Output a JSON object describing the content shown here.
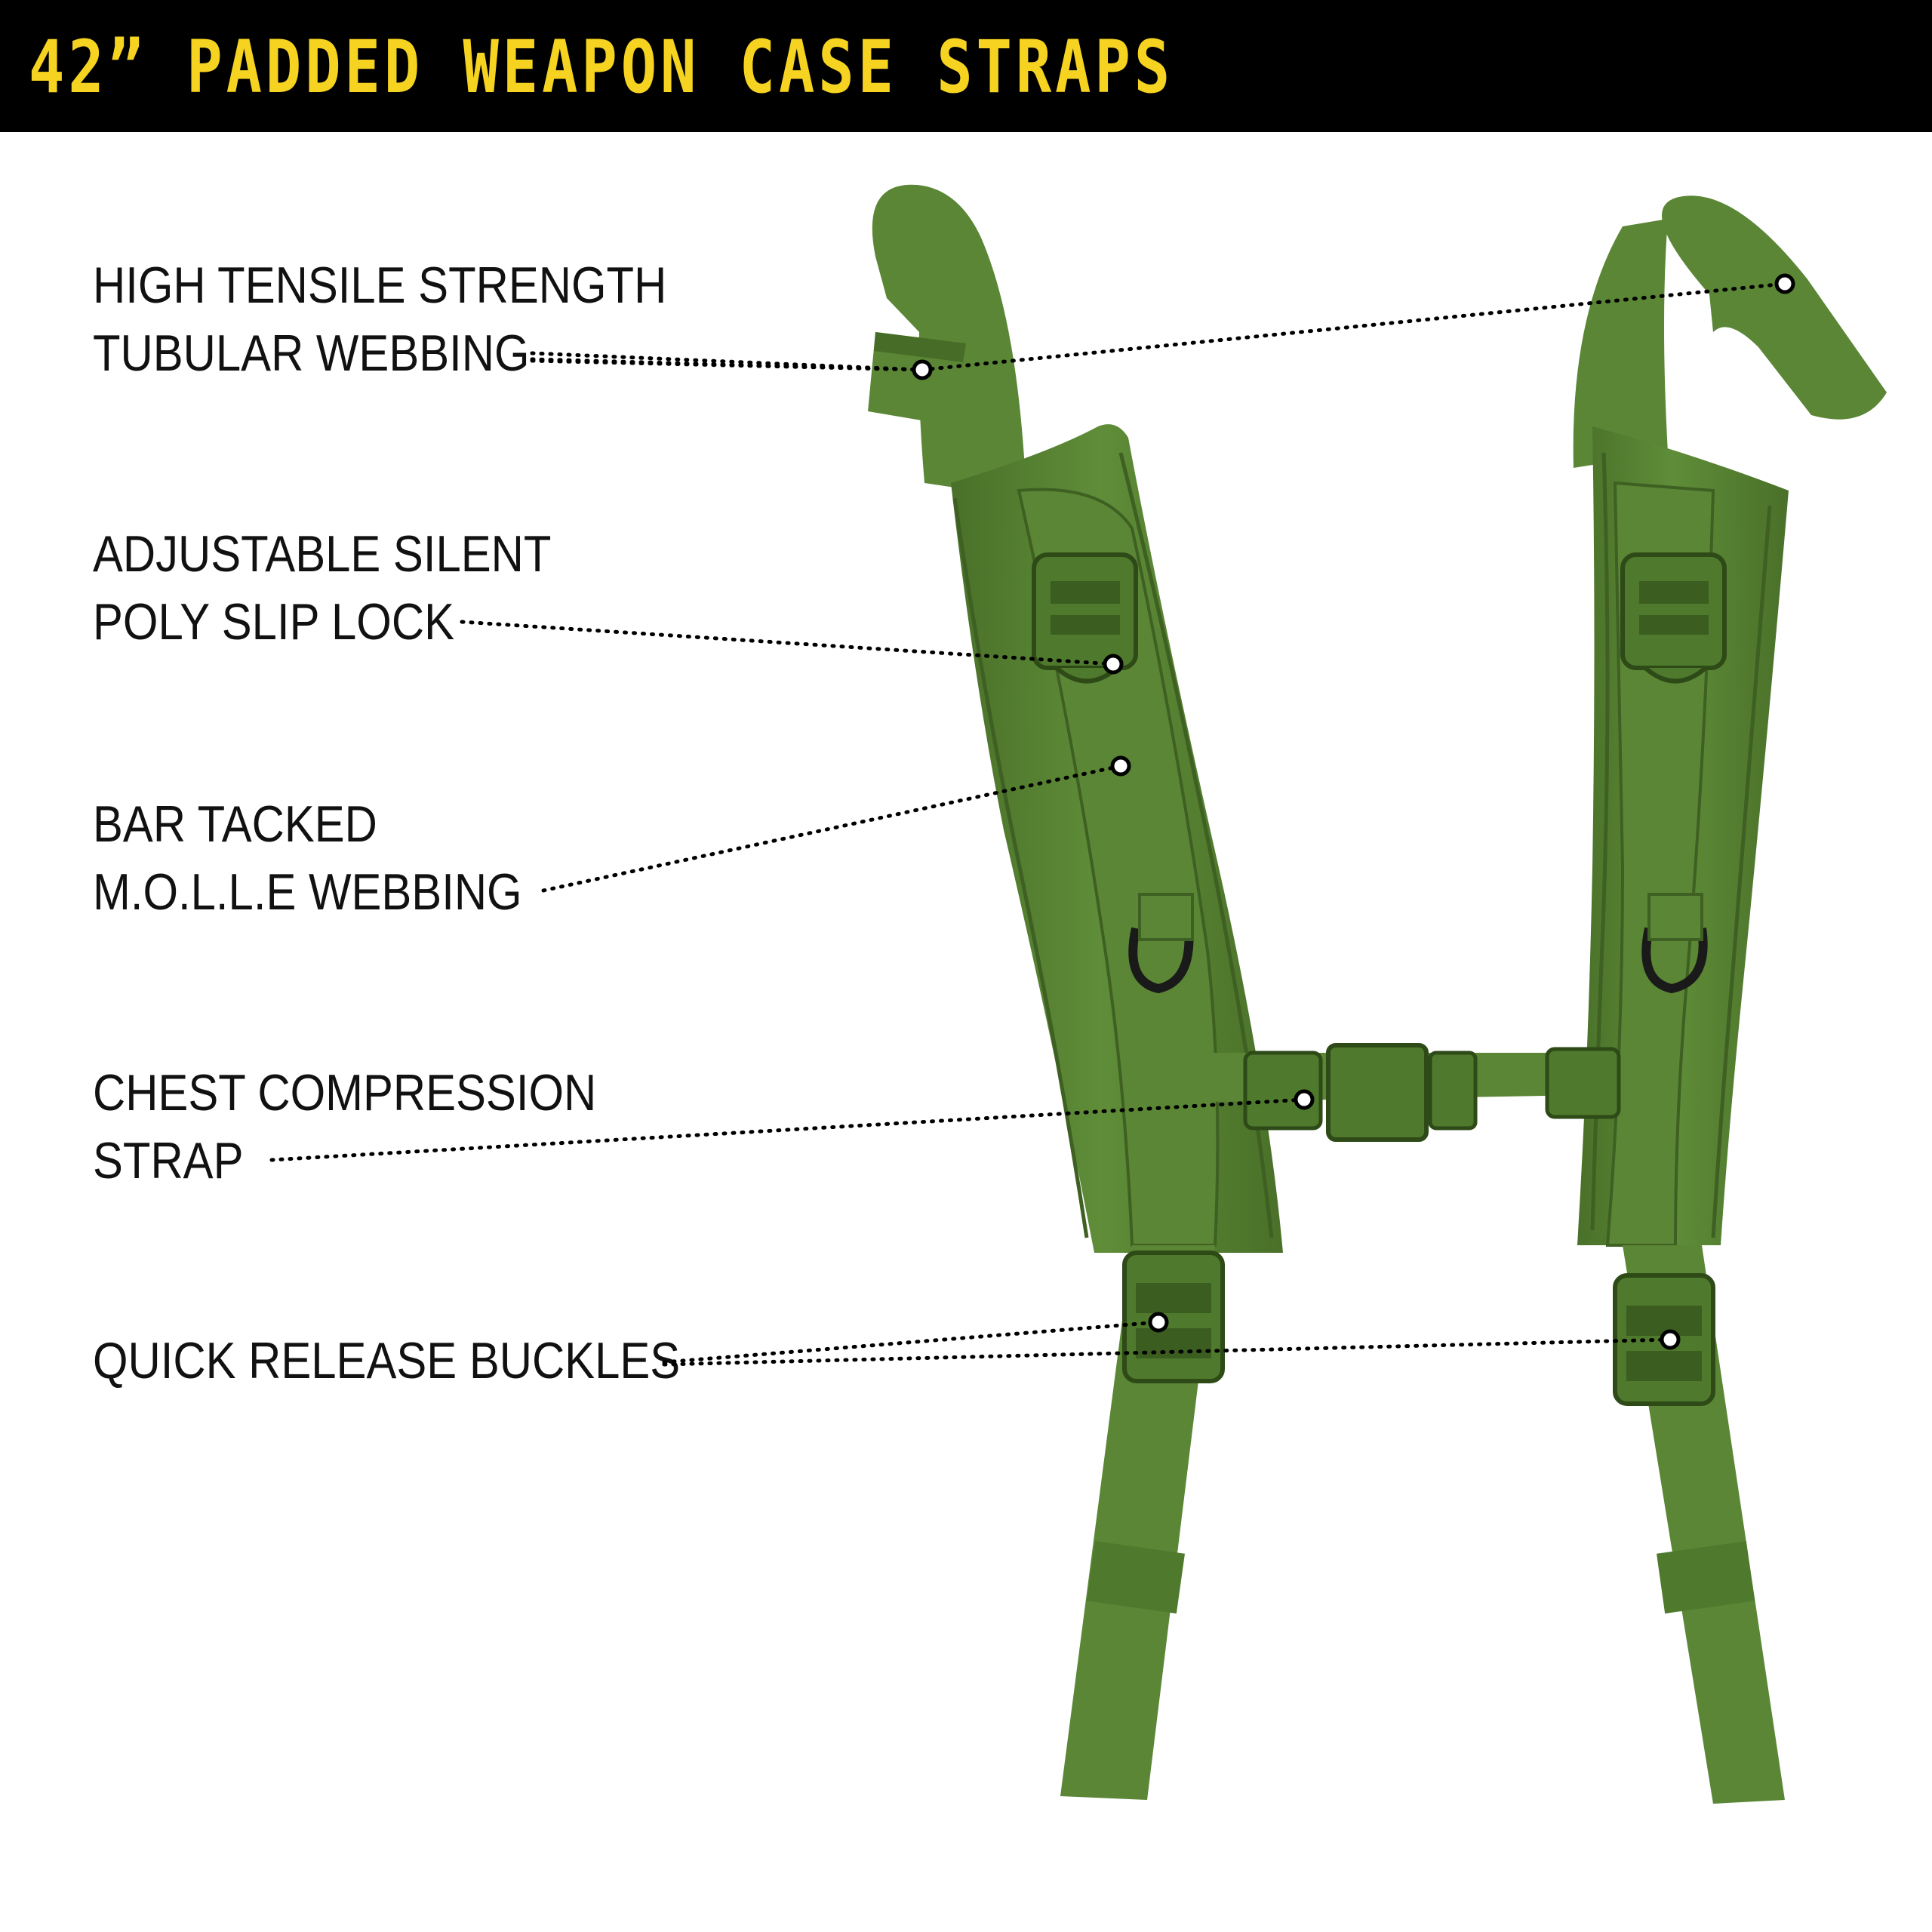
{
  "header": {
    "title": "42” PADDED WEAPON CASE STRAPS",
    "background_color": "#000000",
    "title_color": "#f5d320"
  },
  "callouts": [
    {
      "line1": "HIGH TENSILE STRENGTH",
      "line2": "TUBULAR WEBBING"
    },
    {
      "line1": "ADJUSTABLE SILENT",
      "line2": "POLY SLIP LOCK"
    },
    {
      "line1": "BAR TACKED",
      "line2": "M.O.L.L.E WEBBING"
    },
    {
      "line1": "CHEST COMPRESSION",
      "line2": "STRAP"
    },
    {
      "line1": "QUICK RELEASE BUCKLES",
      "line2": ""
    }
  ],
  "product": {
    "strap_color": "#5b8636",
    "shadow_color": "#476c28",
    "highlight_color": "#6d9a45",
    "hardware_color": "#1a1a1a"
  }
}
